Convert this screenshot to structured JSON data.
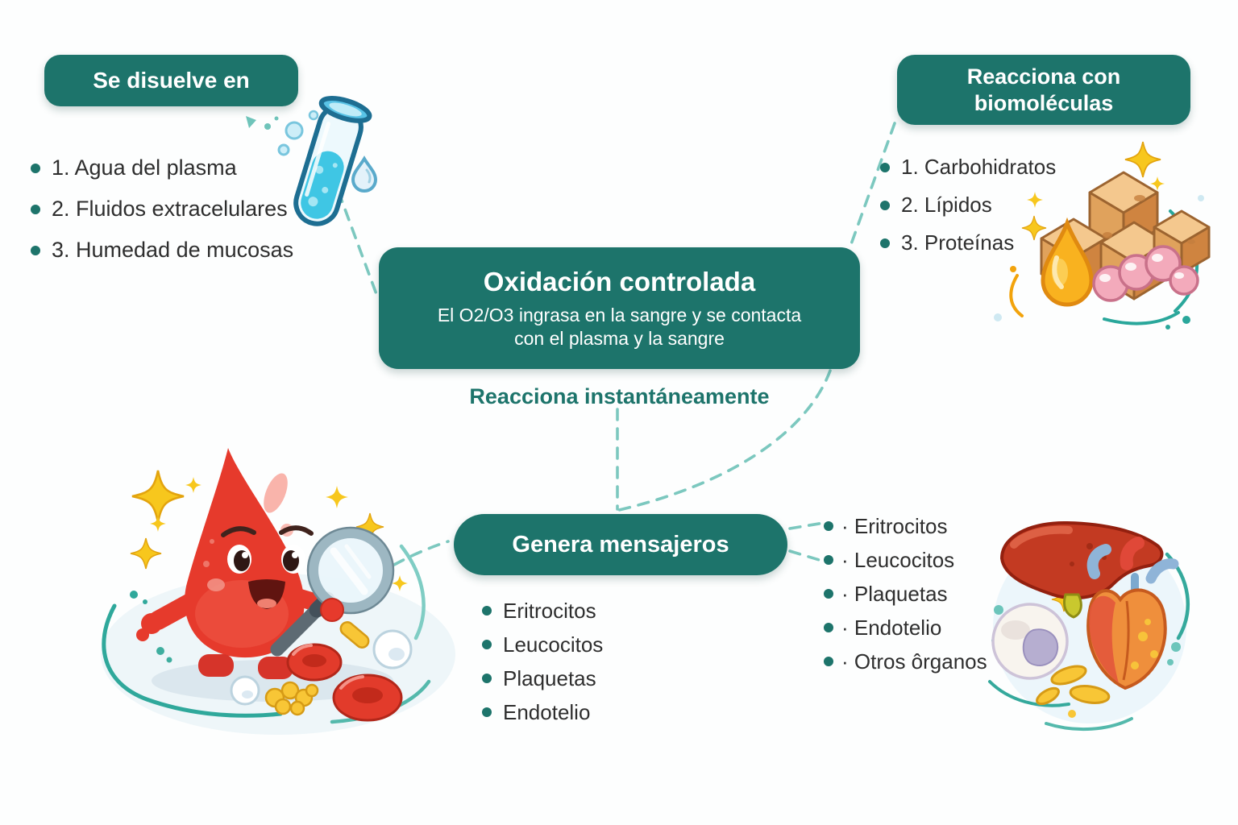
{
  "palette": {
    "box_teal": "#1d746b",
    "teal_text": "#1d746b",
    "connector_teal": "#7cc8bf",
    "bullet_teal": "#1d746b",
    "body_text": "#2e2e2e",
    "background": "#fdfefe",
    "mascot_red": "#e63a2c",
    "sparkle_yellow": "#f7c71d"
  },
  "nodes": {
    "dissolves": {
      "title": "Se disuelve en",
      "items": [
        "1. Agua del plasma",
        "2. Fluidos extracelulares",
        "3. Humedad de mucosas"
      ]
    },
    "reacts": {
      "title_line1": "Reacciona con",
      "title_line2": "biomoléculas",
      "items": [
        "1. Carbohidratos",
        "2. Lípidos",
        "3. Proteínas"
      ]
    },
    "central": {
      "title": "Oxidación controlada",
      "subtitle_line1": "El O2/O3 ingrasa en la sangre y se contacta",
      "subtitle_line2": "con el plasma y la sangre",
      "caption": "Reacciona instantáneamente"
    },
    "messengers": {
      "title": "Genera mensajeros",
      "items": [
        "Eritrocitos",
        "Leucocitos",
        "Plaquetas",
        "Endotelio"
      ]
    },
    "targets": {
      "items": [
        "· Eritrocitos",
        "· Leucocitos",
        "· Plaquetas",
        "· Endotelio",
        "· Otros ôrganos"
      ]
    }
  },
  "illustrations": {
    "dissolves_icon": "test-tube-with-water-drop",
    "reacts_icon": "sugar-cubes-oil-drop-protein-chain",
    "mascot_icon": "blood-drop-character-with-magnifying-glass",
    "targets_icon": "liver-heart-white-blood-cell-platelets"
  }
}
